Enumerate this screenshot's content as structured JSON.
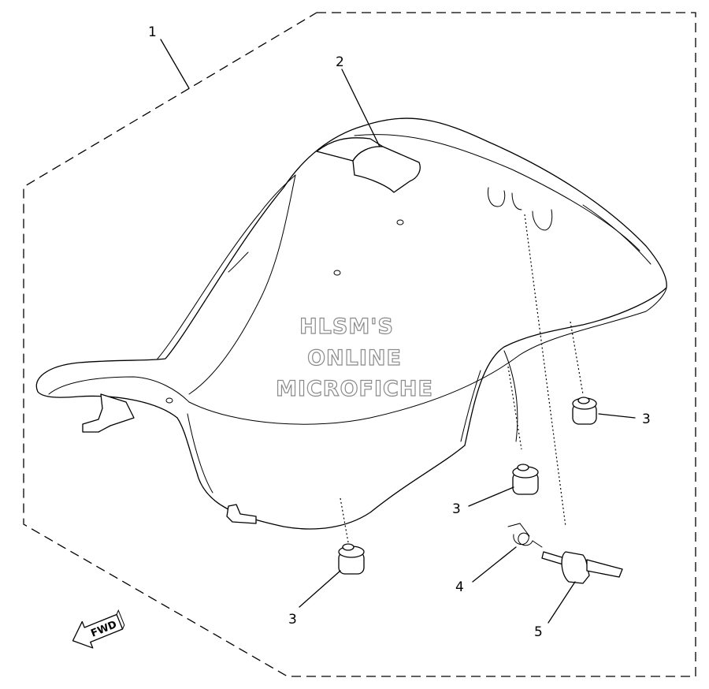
{
  "callouts": {
    "assembly": "1",
    "strap": "2",
    "damper_right": "3",
    "damper_middle": "3",
    "damper_left": "3",
    "spring": "4",
    "hook": "5"
  },
  "watermark": {
    "line1": "HLSM'S",
    "line2": "ONLINE",
    "line3": "MICROFICHE"
  },
  "direction_label": "FWD"
}
